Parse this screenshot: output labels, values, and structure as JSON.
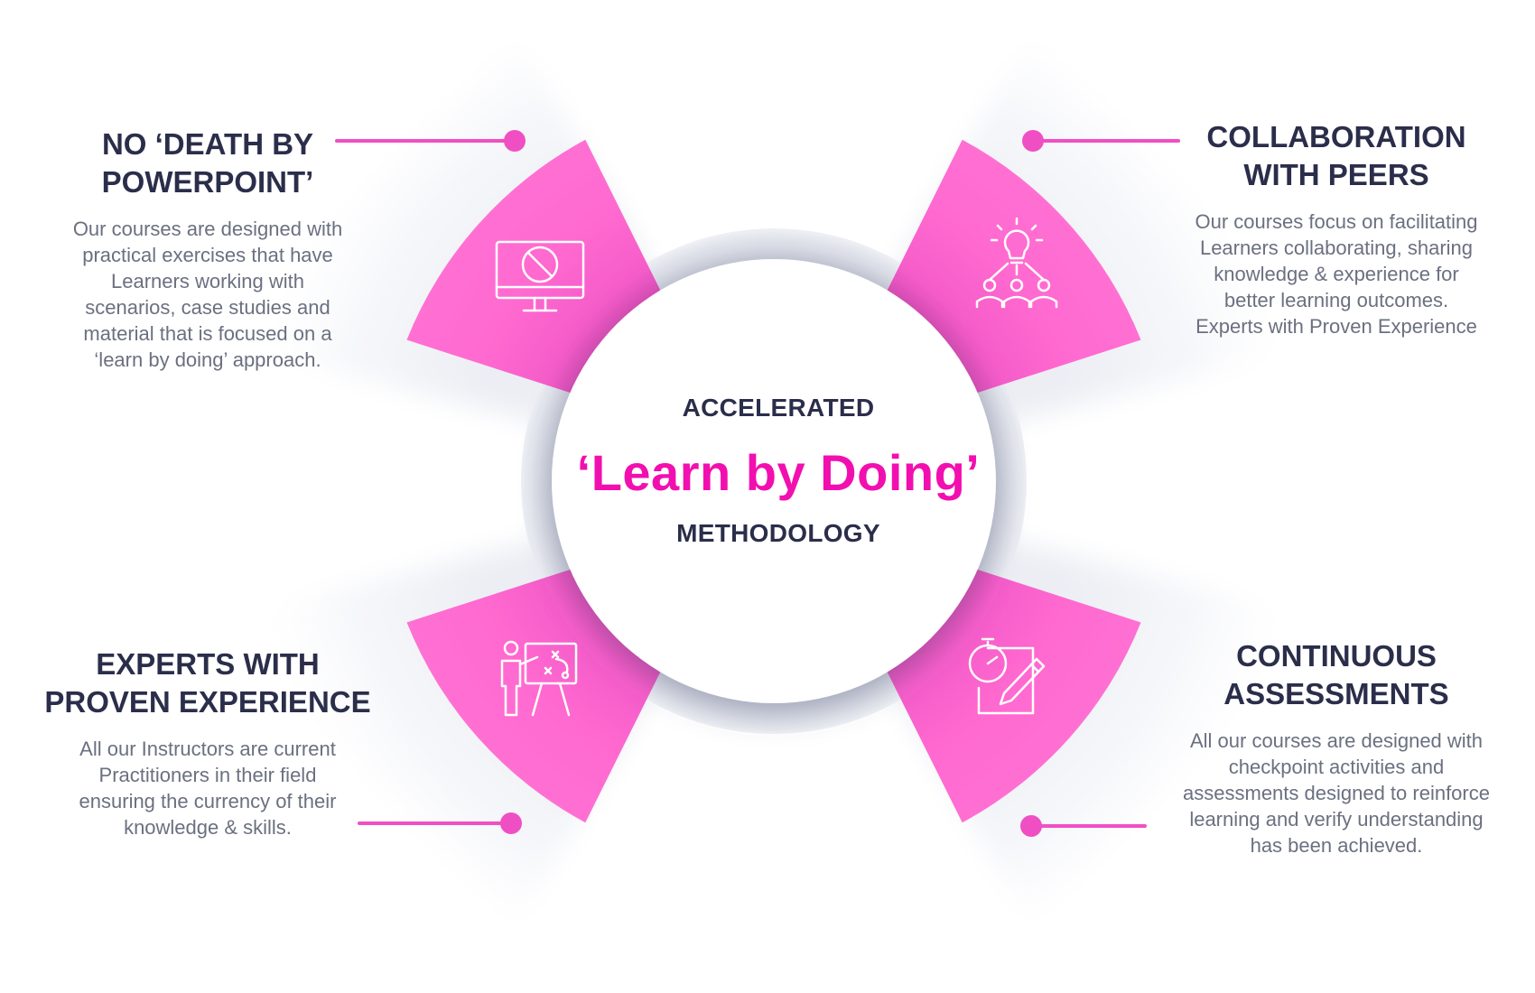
{
  "center": {
    "top_label": "ACCELERATED",
    "main_label": "‘Learn by Doing’",
    "bottom_label": "METHODOLOGY"
  },
  "blocks": {
    "top_left": {
      "title_lines": [
        "NO ‘DEATH BY",
        "POWERPOINT’"
      ],
      "desc_lines": [
        "Our courses are designed with",
        "practical exercises that have",
        "Learners working with",
        "scenarios, case studies and",
        "material that is focused on a",
        "‘learn by doing’ approach."
      ],
      "icon": "monitor-no-icon"
    },
    "top_right": {
      "title_lines": [
        "COLLABORATION",
        "WITH PEERS"
      ],
      "desc_lines": [
        "Our courses focus on facilitating",
        "Learners collaborating, sharing",
        "knowledge & experience for",
        "better learning outcomes.",
        "Experts with Proven Experience"
      ],
      "icon": "lightbulb-team-icon"
    },
    "bottom_left": {
      "title_lines": [
        "EXPERTS WITH",
        "PROVEN EXPERIENCE"
      ],
      "desc_lines": [
        "All our Instructors are current",
        "Practitioners in their field",
        "ensuring the currency of their",
        "knowledge & skills."
      ],
      "icon": "presenter-board-icon"
    },
    "bottom_right": {
      "title_lines": [
        "CONTINUOUS",
        "ASSESSMENTS"
      ],
      "desc_lines": [
        "All our courses are designed with",
        "checkpoint activities and",
        "assessments designed to reinforce",
        "learning and verify understanding",
        "has been achieved."
      ],
      "icon": "stopwatch-pencil-icon"
    }
  },
  "colors": {
    "accent_pink": "#f20fb0",
    "petal_pink": "#ff6ad0",
    "connector_pink": "#f04fc4",
    "heading_navy": "#2b2e4a",
    "body_gray": "#6b7080"
  }
}
